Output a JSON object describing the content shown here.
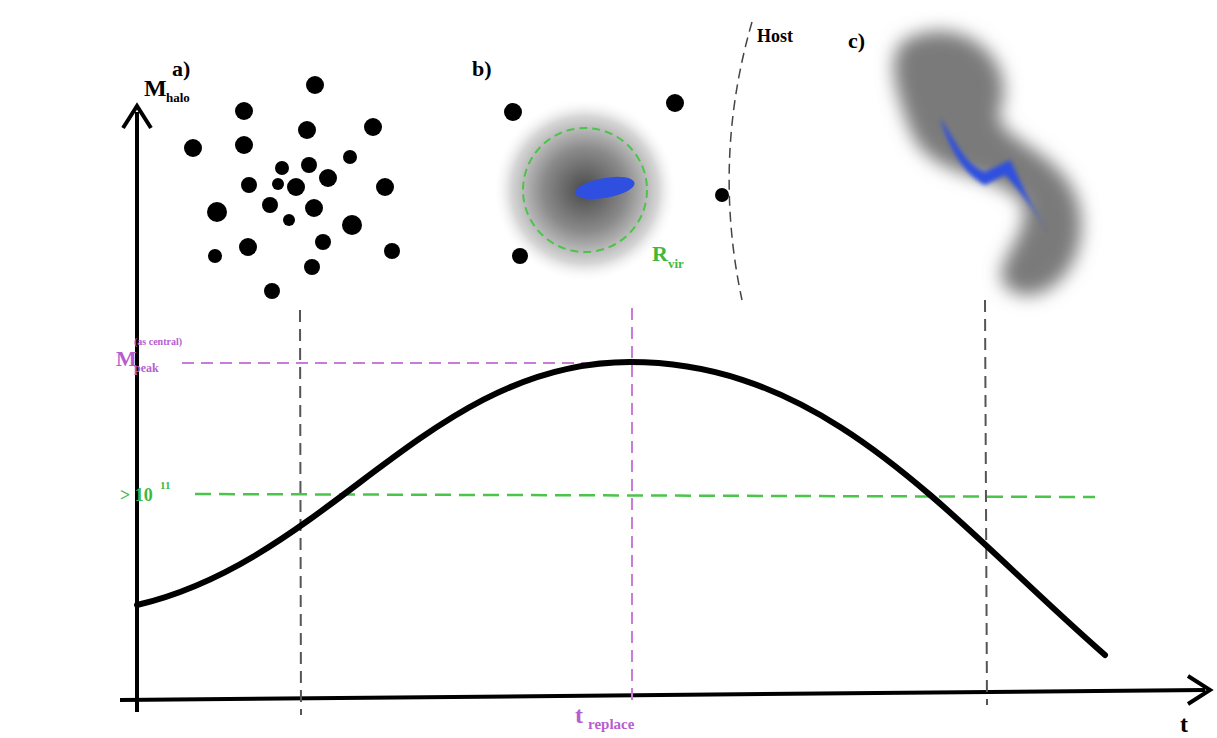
{
  "diagram": {
    "labels": [
      "a)",
      "b)",
      "Host",
      "R",
      "vir",
      "c)",
      "M",
      "halo",
      "M",
      "(as central)",
      "peak",
      "> 10",
      "11",
      "t",
      "t",
      "replace"
    ]
  }
}
